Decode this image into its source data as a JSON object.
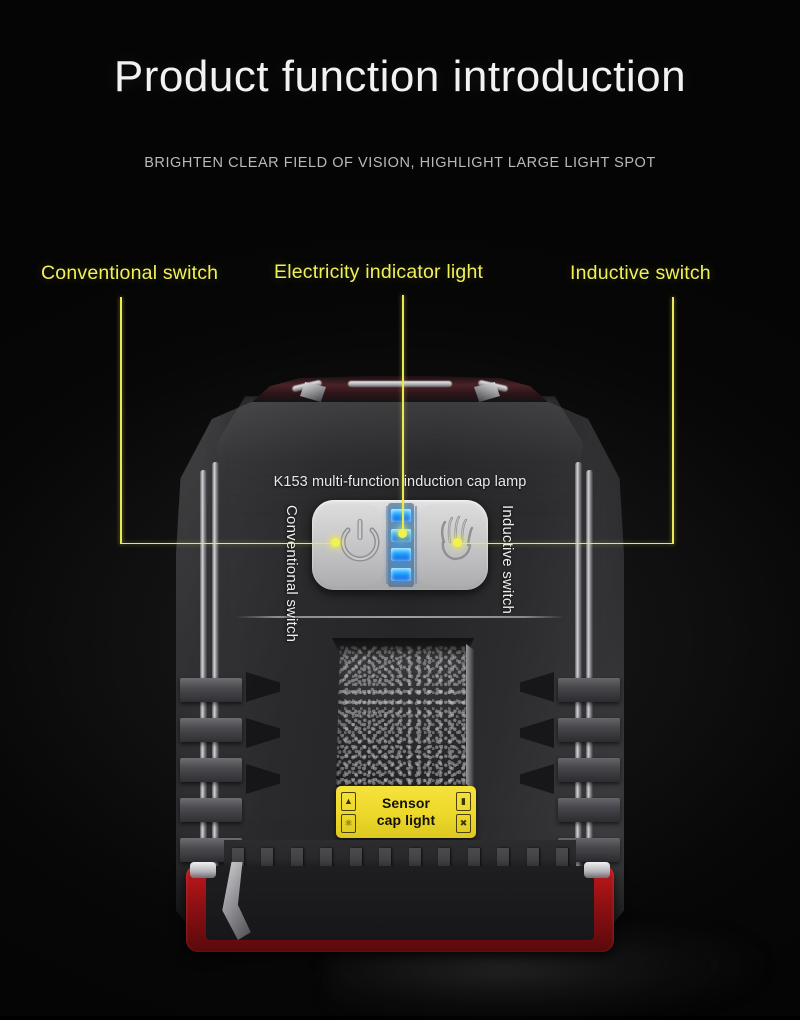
{
  "header": {
    "title": "Product function introduction",
    "subtitle": "BRIGHTEN CLEAR FIELD OF VISION, HIGHLIGHT LARGE LIGHT SPOT"
  },
  "callouts": [
    {
      "id": "conventional-switch",
      "label": "Conventional switch"
    },
    {
      "id": "electricity-indicator-light",
      "label": "Electricity indicator light"
    },
    {
      "id": "inductive-switch",
      "label": "Inductive switch"
    }
  ],
  "product": {
    "model_name": "K153 multi-function induction cap lamp",
    "panel": {
      "left_button_icon": "power-icon",
      "right_button_icon": "hand-wave-icon",
      "led_count": 4,
      "led_color": "#1f9fff"
    },
    "vertical_labels": {
      "left": "Conventional switch",
      "right": "Inductive switch"
    },
    "sticker": {
      "line1": "Sensor",
      "line2": "cap light",
      "marks_left": [
        "ce-mark-icon",
        "rohs-mark-icon"
      ],
      "marks_right": [
        "battery-mark-icon",
        "weee-bin-icon"
      ]
    }
  },
  "colors": {
    "accent_yellow": "#e9e957",
    "label_yellow": "#f0f05a",
    "led_blue": "#1f9fff",
    "base_red": "#c4181c",
    "sticker_yellow": "#f5e33c",
    "background": "#0a0a0a"
  }
}
